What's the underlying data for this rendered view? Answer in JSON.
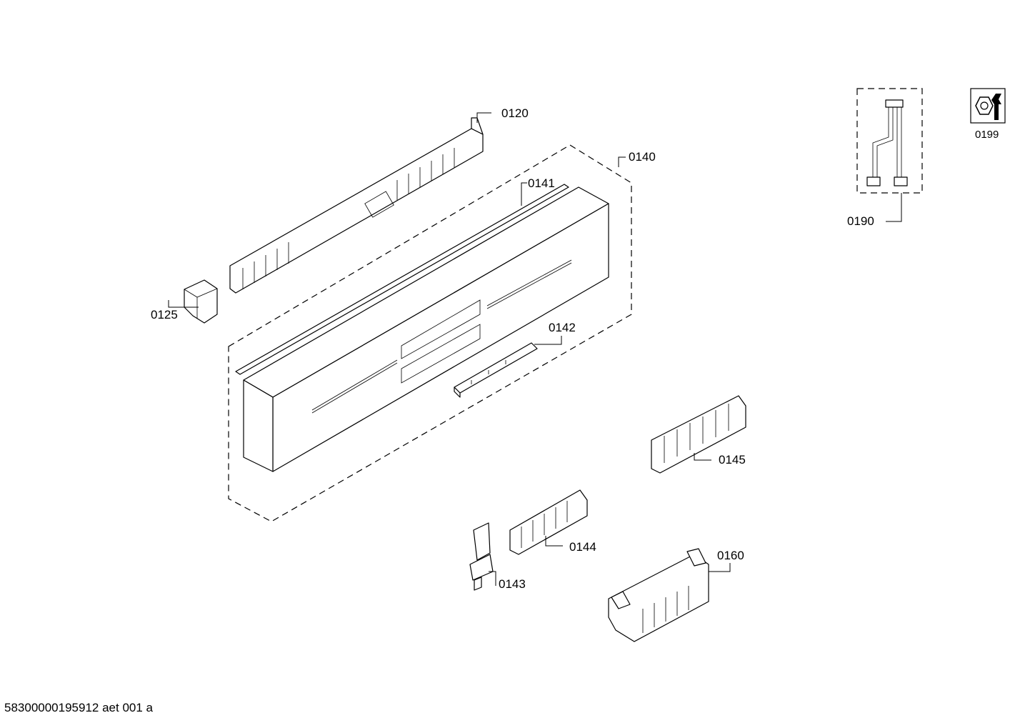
{
  "labels": {
    "p0120": "0120",
    "p0125": "0125",
    "p0140": "0140",
    "p0141": "0141",
    "p0142": "0142",
    "p0143": "0143",
    "p0144": "0144",
    "p0145": "0145",
    "p0160": "0160",
    "p0190": "0190",
    "p0199": "0199"
  },
  "footer": {
    "document_code": "58300000195912 aet 001 a"
  },
  "icons": {
    "p0199": "wrench-nut-icon"
  }
}
